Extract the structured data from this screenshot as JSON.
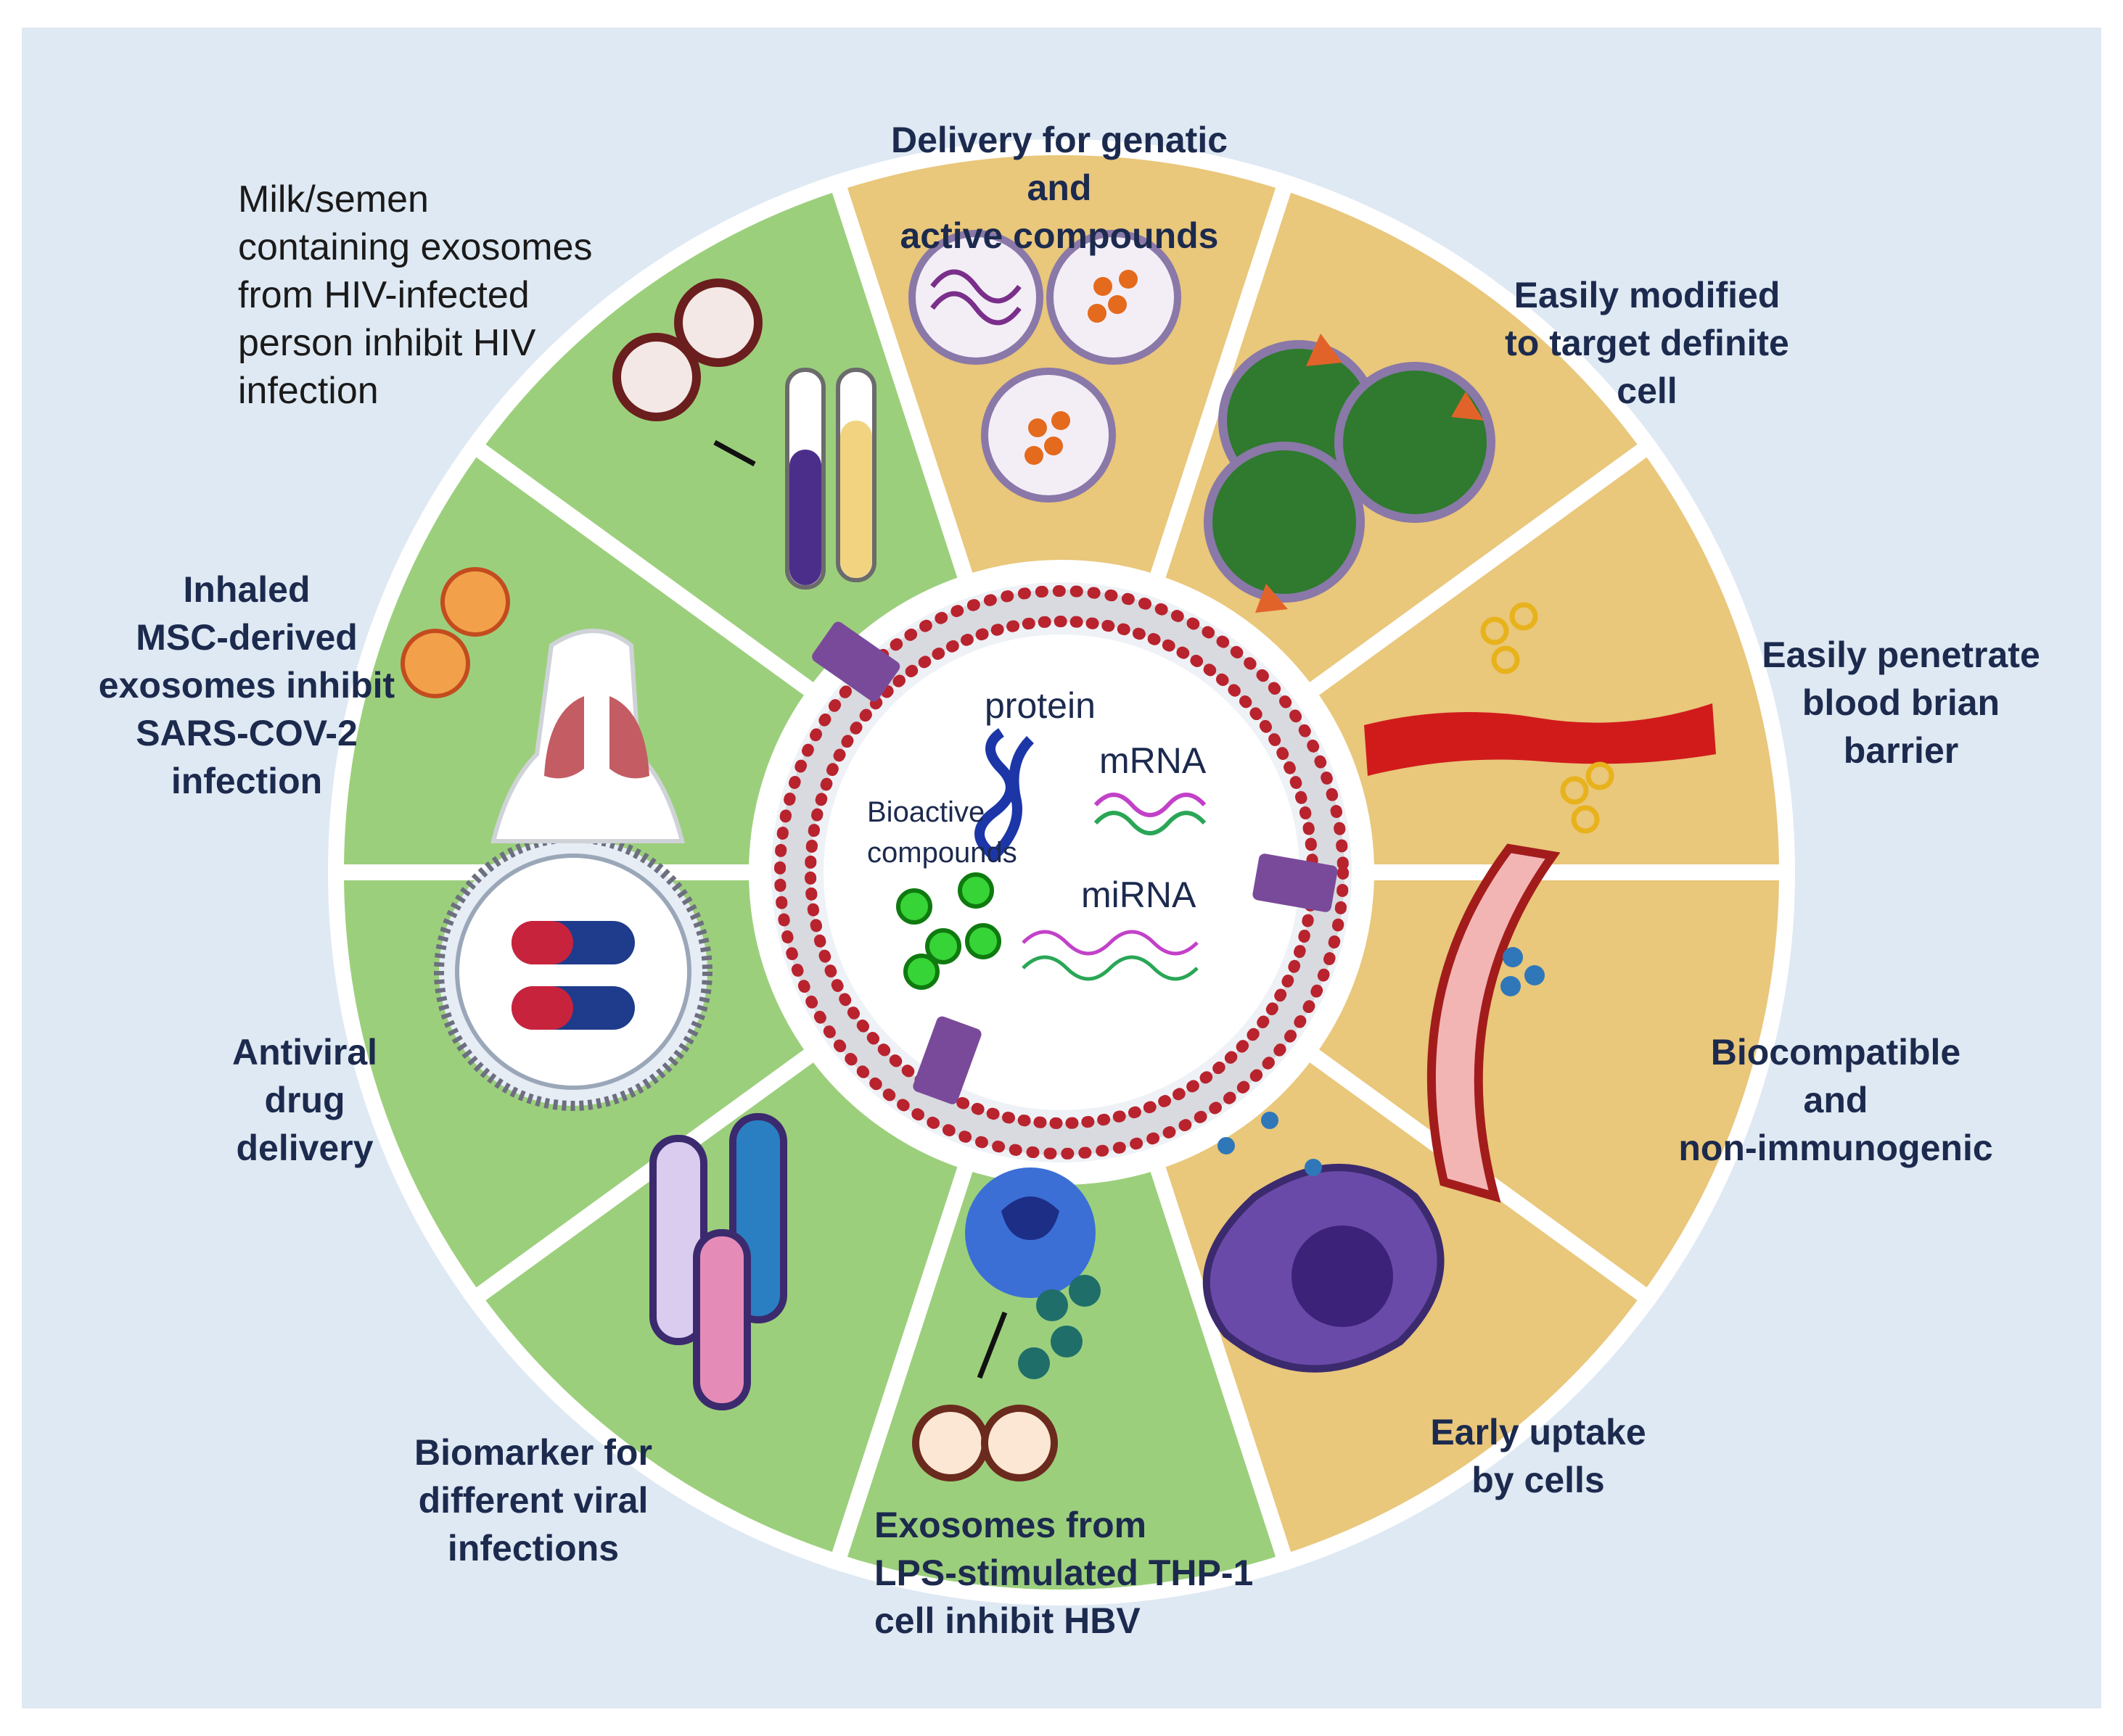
{
  "center": {
    "protein": "protein",
    "mrna": "mRNA",
    "mirna": "miRNA",
    "bioactive": "Bioactive\ncompounds"
  },
  "segments": [
    {
      "id": "delivery",
      "theme": "yellow",
      "label": "Delivery for genatic and\nactive compounds"
    },
    {
      "id": "modified",
      "theme": "yellow",
      "label": "Easily modified\nto target definite\ncell"
    },
    {
      "id": "bbb",
      "theme": "yellow",
      "label": "Easily penetrate\nblood brian\nbarrier"
    },
    {
      "id": "biocompatible",
      "theme": "yellow",
      "label": "Biocompatible\nand\nnon-immunogenic"
    },
    {
      "id": "uptake",
      "theme": "yellow",
      "label": "Early uptake\nby cells"
    },
    {
      "id": "hbv",
      "theme": "green",
      "label": "Exosomes from\nLPS-stimulated THP-1\ncell inhibit HBV"
    },
    {
      "id": "biomarker",
      "theme": "green",
      "label": "Biomarker for\ndifferent viral\ninfections"
    },
    {
      "id": "antiviral",
      "theme": "green",
      "label": "Antiviral\ndrug\ndelivery"
    },
    {
      "id": "sars",
      "theme": "green",
      "label": "Inhaled\nMSC-derived\nexosomes inhibit\nSARS-COV-2\ninfection"
    },
    {
      "id": "hiv",
      "theme": "green",
      "label": "Milk/semen\ncontaining exosomes\nfrom HIV-infected\nperson inhibit HIV\ninfection"
    }
  ],
  "colors": {
    "yellow_segment": "#e9c77b",
    "green_segment": "#9ccf7c",
    "background": "#dfe9f3",
    "membrane_head": "#b8232e",
    "lumen": "#ffffff",
    "text": "#1c2a4e"
  }
}
